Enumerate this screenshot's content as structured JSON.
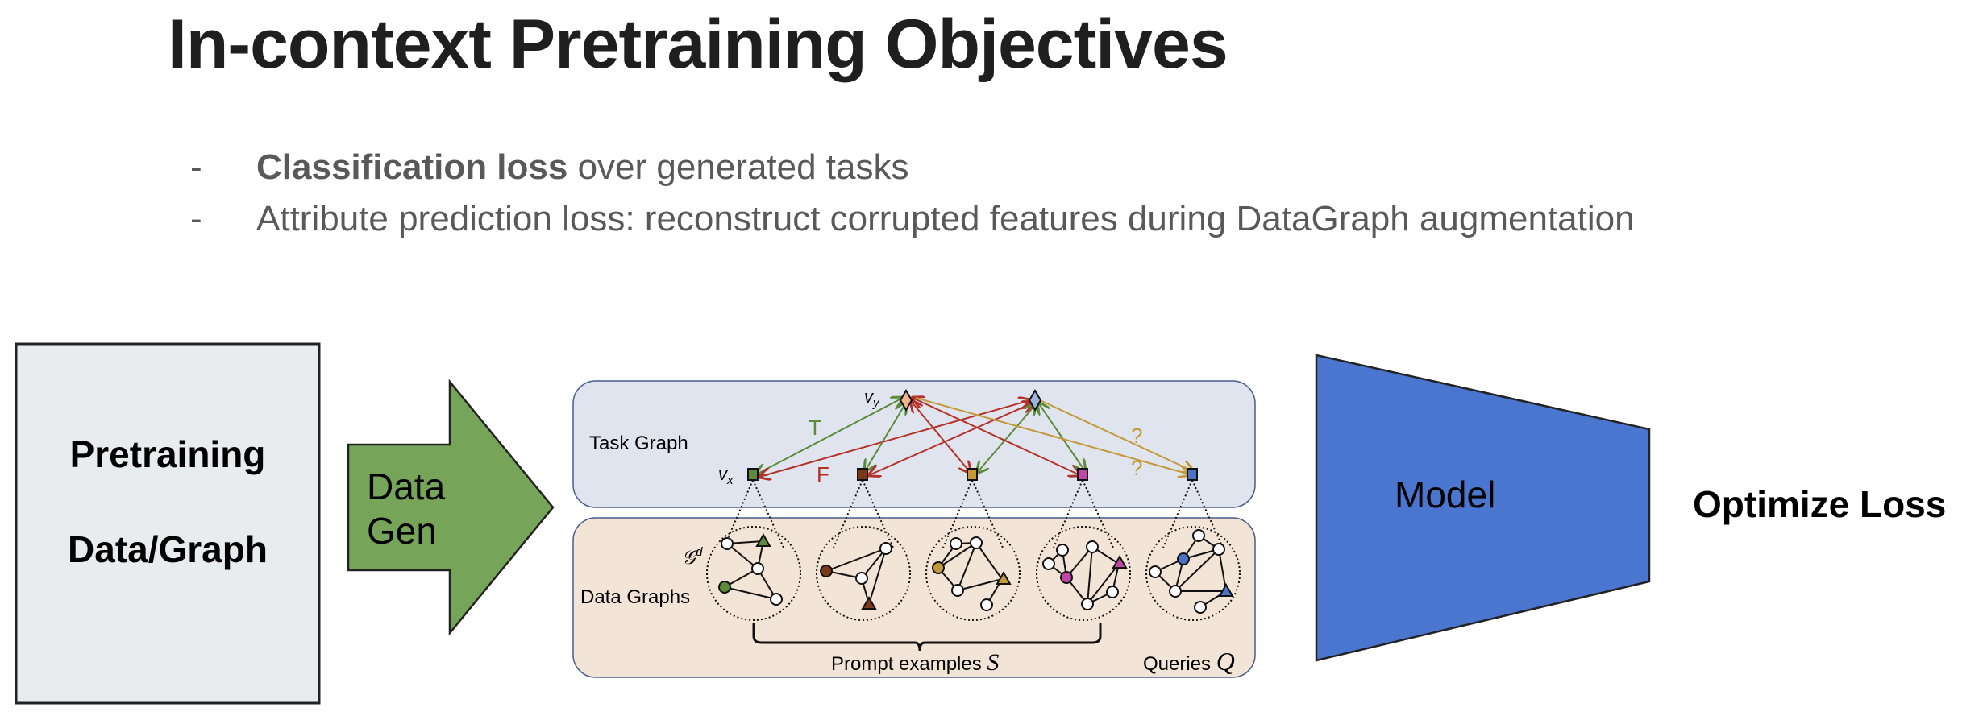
{
  "slide": {
    "title": "In-context Pretraining Objectives",
    "bullets": [
      {
        "marker": "-",
        "bold": "Classification loss",
        "text": " over generated tasks"
      },
      {
        "marker": "-",
        "bold": "",
        "text": "Attribute prediction loss: reconstruct corrupted features during DataGraph augmentation"
      }
    ]
  },
  "diagram": {
    "input_box": {
      "line1": "Pretraining",
      "line2": "Data/Graph",
      "color": "#e8ecee"
    },
    "arrow": {
      "line1": "Data",
      "line2": "Gen",
      "color": "#76a55a"
    },
    "task_graph": {
      "label": "Task Graph",
      "color": "#dfe4ef",
      "vy_label": "v_y",
      "vx_label": "v_x",
      "edge_labels": {
        "true": "T",
        "false": "F",
        "unknown": "?"
      },
      "label_nodes": [
        {
          "name": "label-node-1",
          "color": "#f4b48c"
        },
        {
          "name": "label-node-2",
          "color": "#9fb4d9"
        }
      ],
      "data_nodes": [
        {
          "name": "node-green",
          "color": "#5e8a3c"
        },
        {
          "name": "node-brown",
          "color": "#7a3a1a"
        },
        {
          "name": "node-gold",
          "color": "#c39a38"
        },
        {
          "name": "node-pink",
          "color": "#c246a6"
        },
        {
          "name": "node-blue",
          "color": "#4b72c4"
        }
      ],
      "edge_colors": {
        "true": "#5e8a3c",
        "false": "#b5322a",
        "unknown": "#c39a38"
      }
    },
    "data_graphs": {
      "label": "Data Graphs",
      "color": "#f3e4d8",
      "gd_label": "G^d",
      "prompt_label": "Prompt examples",
      "prompt_symbol": "S",
      "queries_label": "Queries",
      "queries_symbol": "Q"
    },
    "model": {
      "label": "Model",
      "color": "#4a76cf"
    },
    "output": {
      "label": "Optimize Loss"
    }
  }
}
